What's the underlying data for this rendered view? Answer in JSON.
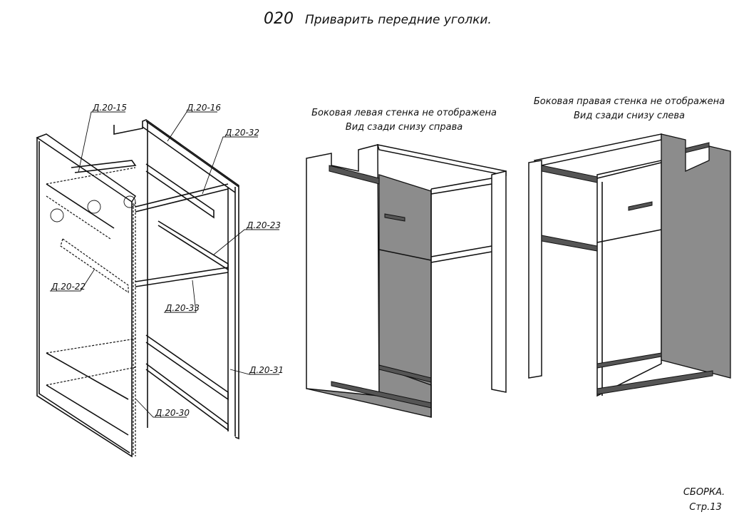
{
  "title": {
    "number": "020",
    "text": "Приварить передние уголки."
  },
  "left_view": {
    "labels": [
      "Д.20-15",
      "Д.20-16",
      "Д.20-32",
      "Д.20-23",
      "Д.20-22",
      "Д.20-33",
      "Д.20-31",
      "Д.20-30"
    ]
  },
  "middle_view": {
    "caption_line1": "Боковая левая стенка не отображена",
    "caption_line2": "Вид сзади снизу справа"
  },
  "right_view": {
    "caption_line1": "Боковая правая стенка не отображена",
    "caption_line2": "Вид сзади снизу слева"
  },
  "footer": {
    "section": "СБОРКА.",
    "page": "Стр.13"
  }
}
